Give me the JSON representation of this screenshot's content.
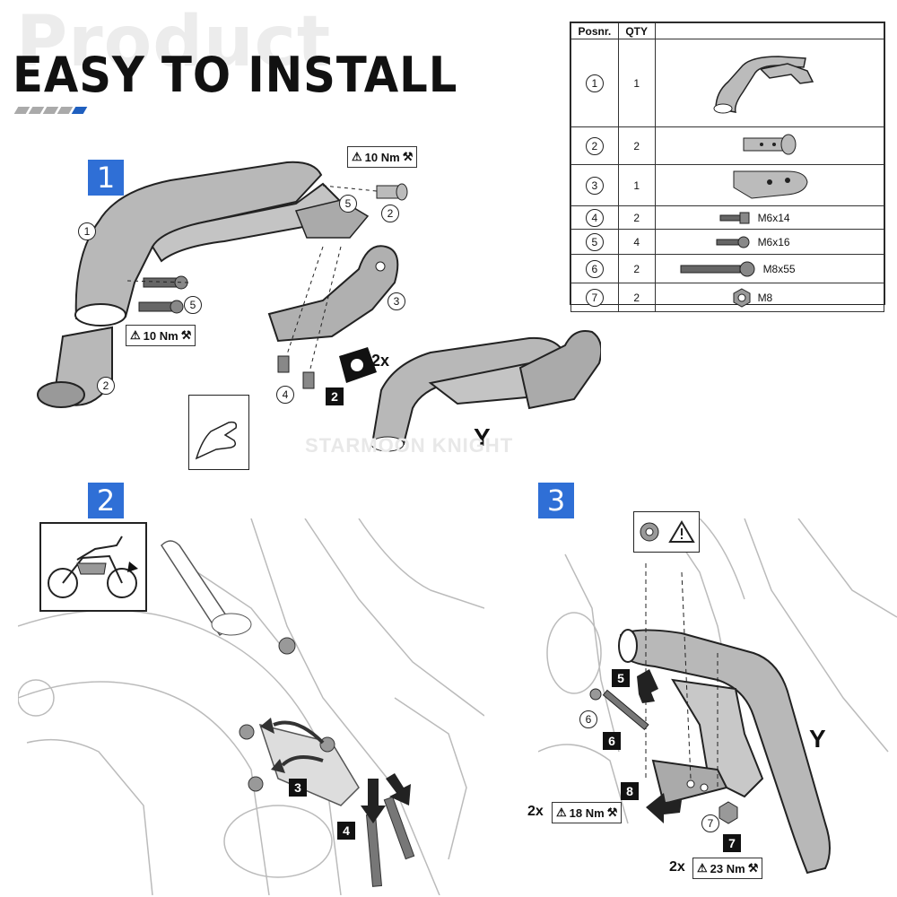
{
  "header": {
    "watermark": "Product",
    "title": "EASY TO INSTALL"
  },
  "steps": {
    "s1": "1",
    "s2": "2",
    "s3": "3"
  },
  "parts_table": {
    "headers": [
      "Posnr.",
      "QTY"
    ],
    "rows": [
      {
        "pos": "1",
        "qty": "1",
        "spec": ""
      },
      {
        "pos": "2",
        "qty": "2",
        "spec": ""
      },
      {
        "pos": "3",
        "qty": "1",
        "spec": ""
      },
      {
        "pos": "4",
        "qty": "2",
        "spec": "M6x14"
      },
      {
        "pos": "5",
        "qty": "4",
        "spec": "M6x16"
      },
      {
        "pos": "6",
        "qty": "2",
        "spec": "M8x55"
      },
      {
        "pos": "7",
        "qty": "2",
        "spec": "M8"
      }
    ]
  },
  "step1": {
    "torque_top": "10 Nm",
    "torque_left": "10 Nm",
    "c1": "1",
    "c2a": "2",
    "c2b": "2",
    "c3": "3",
    "c4": "4",
    "c5a": "5",
    "c5b": "5",
    "times": "2x",
    "blk2": "2",
    "y_label": "Y",
    "faint_mark": "STARMOON KNIGHT"
  },
  "step2": {
    "blk3": "3",
    "blk4": "4"
  },
  "step3": {
    "blk5": "5",
    "blk6": "6",
    "blk7": "7",
    "blk8": "8",
    "c6": "6",
    "c7": "7",
    "y_label": "Y",
    "mult_a": "2x",
    "torque_a": "18 Nm",
    "mult_b": "2x",
    "torque_b": "23 Nm"
  },
  "icons": [
    "warning-icon",
    "wrench-icon",
    "washer-icon",
    "hand-icon",
    "motorcycle-icon",
    "arrow-icon"
  ]
}
